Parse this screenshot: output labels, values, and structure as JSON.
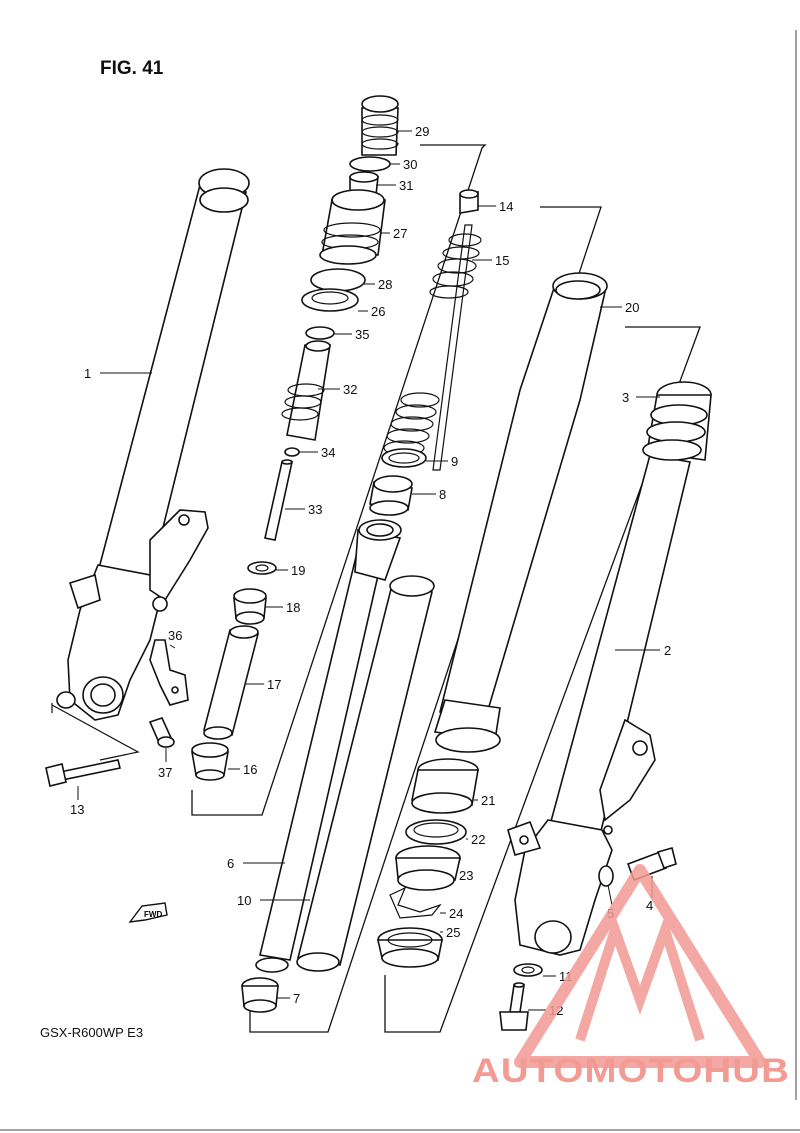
{
  "figure": {
    "title": "FIG. 41",
    "model": "GSX-R600WP  E3",
    "direction": "FWD"
  },
  "watermark": {
    "brand_text": "AUTOMOTOHUB",
    "color_primary": "#f29a93",
    "color_secondary": "#6b6b6b"
  },
  "parts": {
    "p1": "1",
    "p2": "2",
    "p3": "3",
    "p4": "4",
    "p5": "5",
    "p6": "6",
    "p7": "7",
    "p8": "8",
    "p9": "9",
    "p10": "10",
    "p11": "11",
    "p12": "12",
    "p13": "13",
    "p14": "14",
    "p15": "15",
    "p16": "16",
    "p17": "17",
    "p18": "18",
    "p19": "19",
    "p20": "20",
    "p21": "21",
    "p22": "22",
    "p23": "23",
    "p24": "24",
    "p25": "25",
    "p26": "26",
    "p27": "27",
    "p28": "28",
    "p29": "29",
    "p30": "30",
    "p31": "31",
    "p32": "32",
    "p33": "33",
    "p34": "34",
    "p35": "35",
    "p36": "36",
    "p37": "37"
  }
}
